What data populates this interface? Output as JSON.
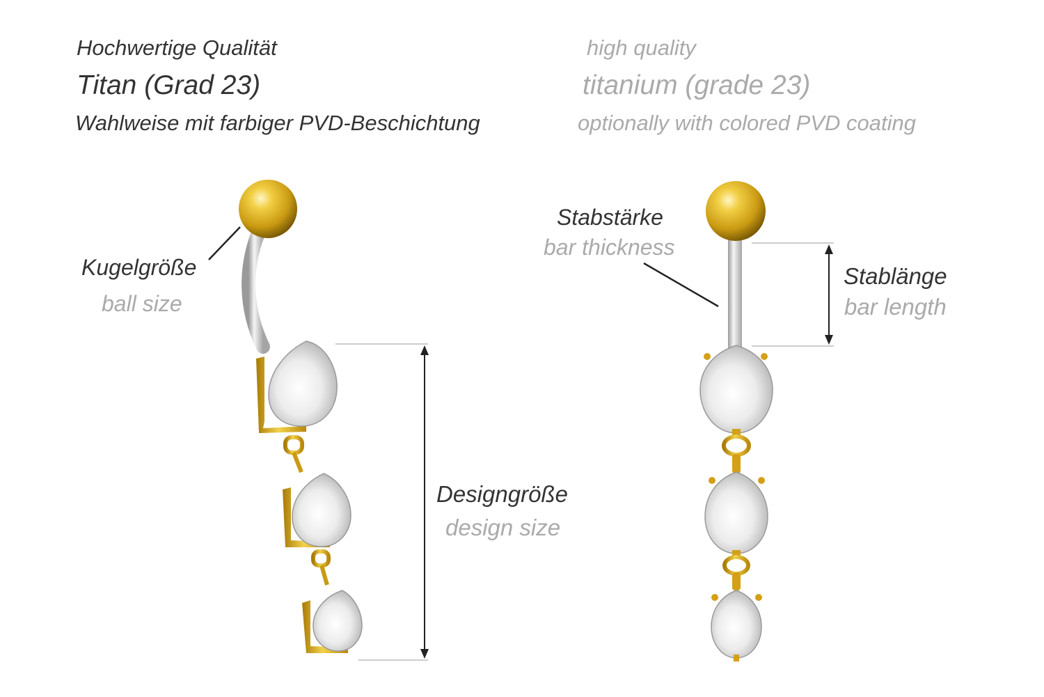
{
  "header": {
    "de": {
      "line1": "Hochwertige Qualität",
      "line2": "Titan (Grad 23)",
      "line3": "Wahlweise mit farbiger PVD-Beschichtung"
    },
    "en": {
      "line1": "high quality",
      "line2": "titanium (grade 23)",
      "line3": "optionally with colored PVD coating"
    }
  },
  "labels": {
    "ball_size": {
      "de": "Kugelgröße",
      "en": "ball size"
    },
    "design_size": {
      "de": "Designgröße",
      "en": "design size"
    },
    "bar_thickness": {
      "de": "Stabstärke",
      "en": "bar thickness"
    },
    "bar_length": {
      "de": "Stablänge",
      "en": "bar length"
    }
  },
  "colors": {
    "text_dark": "#333333",
    "text_light": "#aaaaaa",
    "gold": "#d4a017",
    "steel": "#c8c8c8",
    "stone": "#e6e6e6"
  }
}
